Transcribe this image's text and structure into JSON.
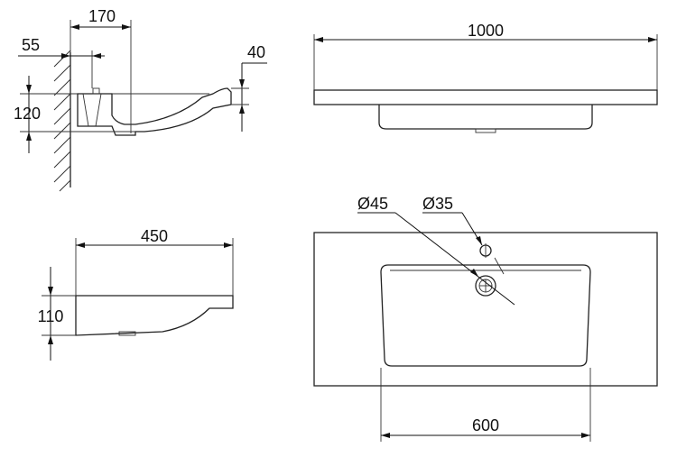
{
  "dimensions": {
    "side_projection": "170",
    "wall_offset": "55",
    "rim_thickness": "40",
    "side_height": "120",
    "front_width": "1000",
    "depth": "450",
    "front_height": "110",
    "drain_diameter": "Ø45",
    "tap_hole_diameter": "Ø35",
    "bowl_width": "600"
  }
}
